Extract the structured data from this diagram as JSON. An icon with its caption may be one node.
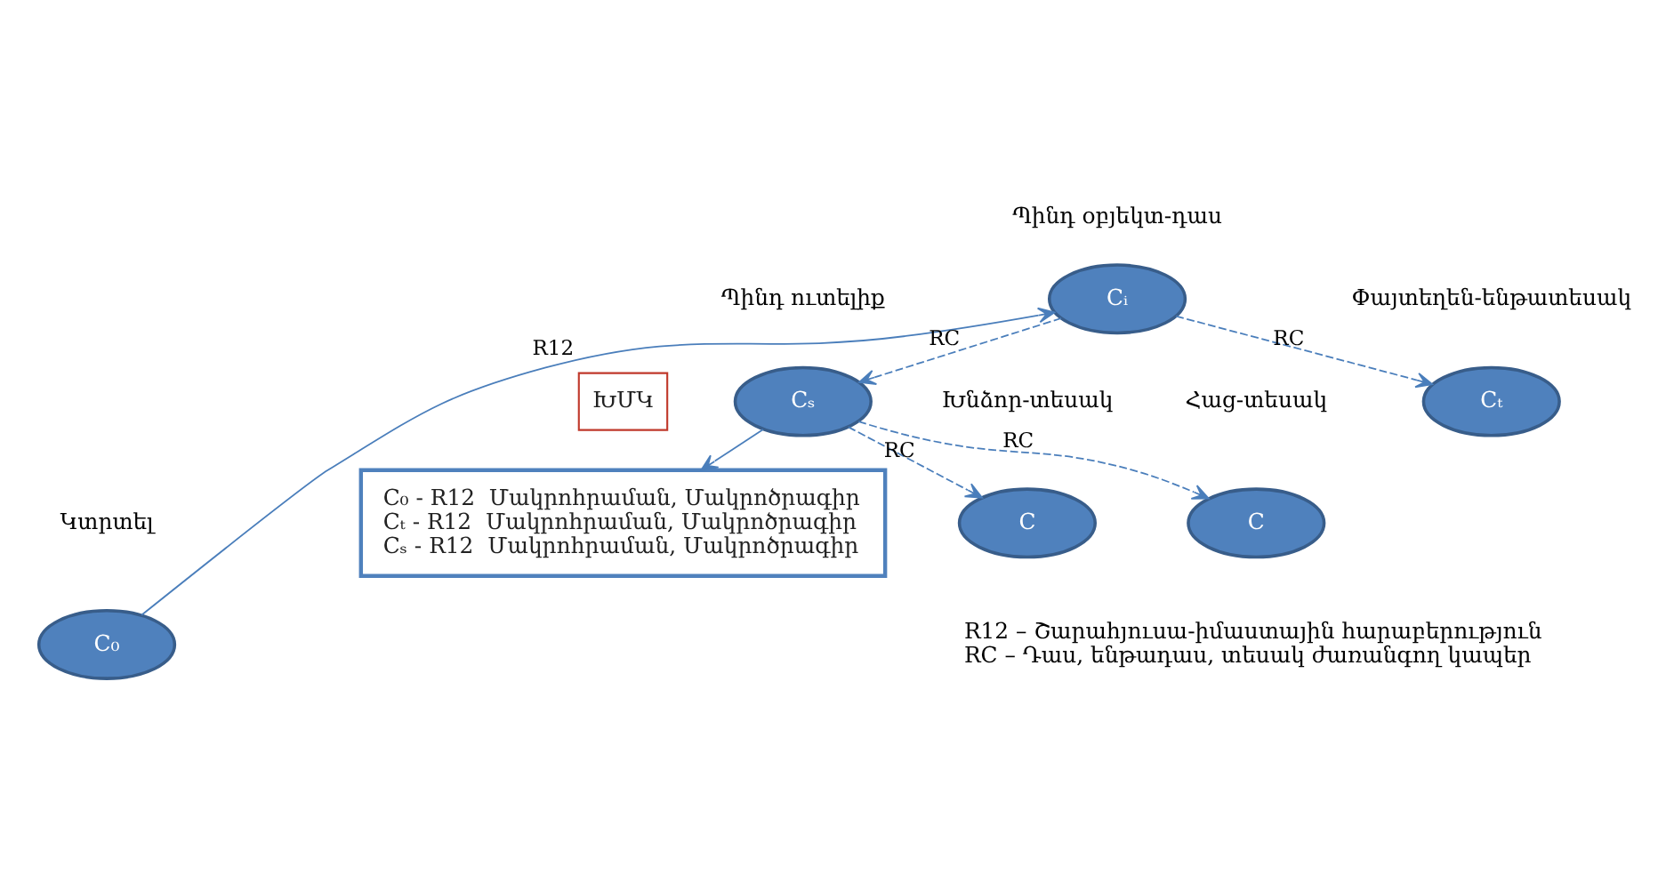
{
  "diagram": {
    "nodes": [
      {
        "text": [
          "C₀"
        ],
        "beside": [
          "Կտրտել"
        ]
      },
      {
        "text": [
          "Cᵢ"
        ],
        "beside": [
          "Պինդ օբյեկտ-դաս"
        ]
      },
      {
        "text": [
          "Cₛ"
        ],
        "beside": [
          "Պինդ ուտելիք"
        ]
      },
      {
        "text": [
          "C₀ - R12  Մակրոհրաման, Մակրոծրագիր",
          "Cₜ - R12  Մակրոհրաման, Մակրոծրագիր",
          "Cₛ - R12  Մակրոհրաման, Մակրոծրագիր"
        ]
      },
      {
        "text": [
          "ԽՄԿ"
        ]
      },
      {
        "text": [
          "C"
        ],
        "beside": [
          "Խնձոր-տեսակ"
        ]
      },
      {
        "text": [
          "C"
        ],
        "beside": [
          "Հաց-տեսակ"
        ]
      },
      {
        "text": [
          "Cₜ"
        ],
        "beside": [
          "Փայտեղեն-ենթատեսակ"
        ]
      }
    ],
    "edges": [
      {
        "from": 0,
        "to": 1,
        "arrow": "to",
        "label": "R12"
      },
      {
        "from": 1,
        "to": 2,
        "arrow": "to",
        "label": "RC",
        "style": "dashed"
      },
      {
        "from": 1,
        "to": 7,
        "arrow": "to",
        "label": "RC",
        "style": "dashed"
      },
      {
        "from": 2,
        "to": 3,
        "arrow": "to"
      },
      {
        "from": 2,
        "to": 5,
        "arrow": "to",
        "label": "RC",
        "style": "dashed"
      },
      {
        "from": 2,
        "to": 6,
        "arrow": "to",
        "label": "RC",
        "style": "dashed"
      }
    ],
    "labels": [
      "R12 – Շարահյուսա-իմաստային հարաբերություն",
      "RC – Դաս, ենթադաս, տեսակ ժառանգող կապեր"
    ]
  }
}
